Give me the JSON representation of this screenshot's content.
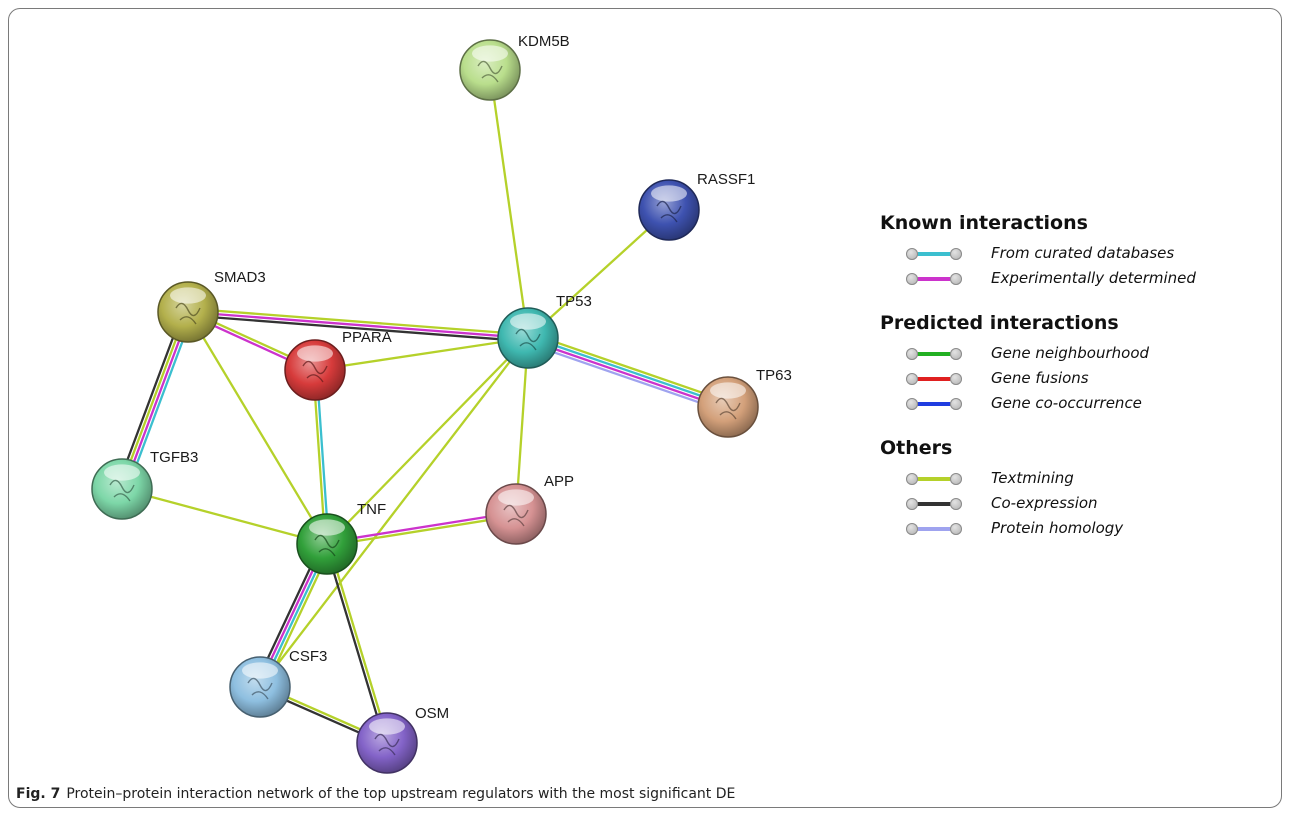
{
  "colors": {
    "curated": "#3bbfcf",
    "experimental": "#cc33cc",
    "neighbourhood": "#22b022",
    "fusions": "#e02020",
    "cooccurrence": "#1f3de0",
    "textmining": "#b5d12a",
    "coexpression": "#333333",
    "homology": "#9fa3ef"
  },
  "nodes": [
    {
      "id": "KDM5B",
      "label": "KDM5B",
      "color": "#b9de8c"
    },
    {
      "id": "RASSF1",
      "label": "RASSF1",
      "color": "#3e52b0"
    },
    {
      "id": "SMAD3",
      "label": "SMAD3",
      "color": "#b3b04c"
    },
    {
      "id": "TP53",
      "label": "TP53",
      "color": "#3fb8b0"
    },
    {
      "id": "PPARA",
      "label": "PPARA",
      "color": "#d73b3b"
    },
    {
      "id": "TP63",
      "label": "TP63",
      "color": "#d3a07a"
    },
    {
      "id": "TGFB3",
      "label": "TGFB3",
      "color": "#7dd7a8"
    },
    {
      "id": "APP",
      "label": "APP",
      "color": "#d69293"
    },
    {
      "id": "TNF",
      "label": "TNF",
      "color": "#31a03a"
    },
    {
      "id": "CSF3",
      "label": "CSF3",
      "color": "#8ebfe0"
    },
    {
      "id": "OSM",
      "label": "OSM",
      "color": "#8363c8"
    }
  ],
  "edges": [
    {
      "from": "KDM5B",
      "to": "TP53",
      "types": [
        "textmining"
      ]
    },
    {
      "from": "RASSF1",
      "to": "TP53",
      "types": [
        "textmining"
      ]
    },
    {
      "from": "SMAD3",
      "to": "TP53",
      "types": [
        "textmining",
        "experimental",
        "coexpression"
      ]
    },
    {
      "from": "SMAD3",
      "to": "PPARA",
      "types": [
        "textmining",
        "experimental"
      ]
    },
    {
      "from": "SMAD3",
      "to": "TGFB3",
      "types": [
        "curated",
        "experimental",
        "textmining",
        "coexpression"
      ]
    },
    {
      "from": "SMAD3",
      "to": "TNF",
      "types": [
        "textmining"
      ]
    },
    {
      "from": "PPARA",
      "to": "TP53",
      "types": [
        "textmining"
      ]
    },
    {
      "from": "PPARA",
      "to": "TNF",
      "types": [
        "curated",
        "textmining"
      ]
    },
    {
      "from": "TP53",
      "to": "TP63",
      "types": [
        "textmining",
        "curated",
        "experimental",
        "homology"
      ]
    },
    {
      "from": "TP53",
      "to": "APP",
      "types": [
        "textmining"
      ]
    },
    {
      "from": "TP53",
      "to": "TNF",
      "types": [
        "textmining"
      ]
    },
    {
      "from": "TP53",
      "to": "CSF3",
      "types": [
        "textmining"
      ]
    },
    {
      "from": "TGFB3",
      "to": "TNF",
      "types": [
        "textmining"
      ]
    },
    {
      "from": "APP",
      "to": "TNF",
      "types": [
        "textmining",
        "experimental"
      ]
    },
    {
      "from": "TNF",
      "to": "CSF3",
      "types": [
        "textmining",
        "curated",
        "experimental",
        "coexpression"
      ]
    },
    {
      "from": "TNF",
      "to": "OSM",
      "types": [
        "textmining",
        "coexpression"
      ]
    },
    {
      "from": "CSF3",
      "to": "OSM",
      "types": [
        "textmining",
        "coexpression"
      ]
    }
  ],
  "legend": {
    "known": {
      "heading": "Known interactions",
      "items": [
        {
          "type": "curated",
          "label": "From curated databases"
        },
        {
          "type": "experimental",
          "label": "Experimentally determined"
        }
      ]
    },
    "predicted": {
      "heading": "Predicted interactions",
      "items": [
        {
          "type": "neighbourhood",
          "label": "Gene neighbourhood"
        },
        {
          "type": "fusions",
          "label": "Gene fusions"
        },
        {
          "type": "cooccurrence",
          "label": "Gene co-occurrence"
        }
      ]
    },
    "others": {
      "heading": "Others",
      "items": [
        {
          "type": "textmining",
          "label": "Textmining"
        },
        {
          "type": "coexpression",
          "label": "Co-expression"
        },
        {
          "type": "homology",
          "label": "Protein homology"
        }
      ]
    }
  },
  "caption": {
    "label": "Fig. 7",
    "text": "Protein–protein interaction network of the top upstream regulators with the most significant DE"
  }
}
